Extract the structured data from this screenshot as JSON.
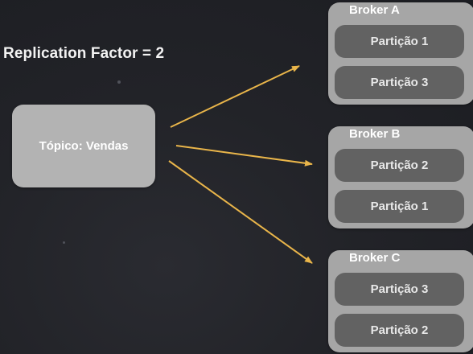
{
  "diagram": {
    "title": "Replication Factor = 2",
    "topic": {
      "label": "Tópico: Vendas"
    },
    "brokers": [
      {
        "label": "Broker A",
        "partitions": [
          "Partição 1",
          "Partição 3"
        ]
      },
      {
        "label": "Broker B",
        "partitions": [
          "Partição 2",
          "Partição 1"
        ]
      },
      {
        "label": "Broker C",
        "partitions": [
          "Partição 3",
          "Partição 2"
        ]
      }
    ],
    "colors": {
      "background": "#222328",
      "topic_box": "#b3b3b3",
      "broker_box": "#a6a6a6",
      "partition_box": "#626262",
      "arrow": "#e9b54a",
      "text": "#ffffff"
    }
  }
}
